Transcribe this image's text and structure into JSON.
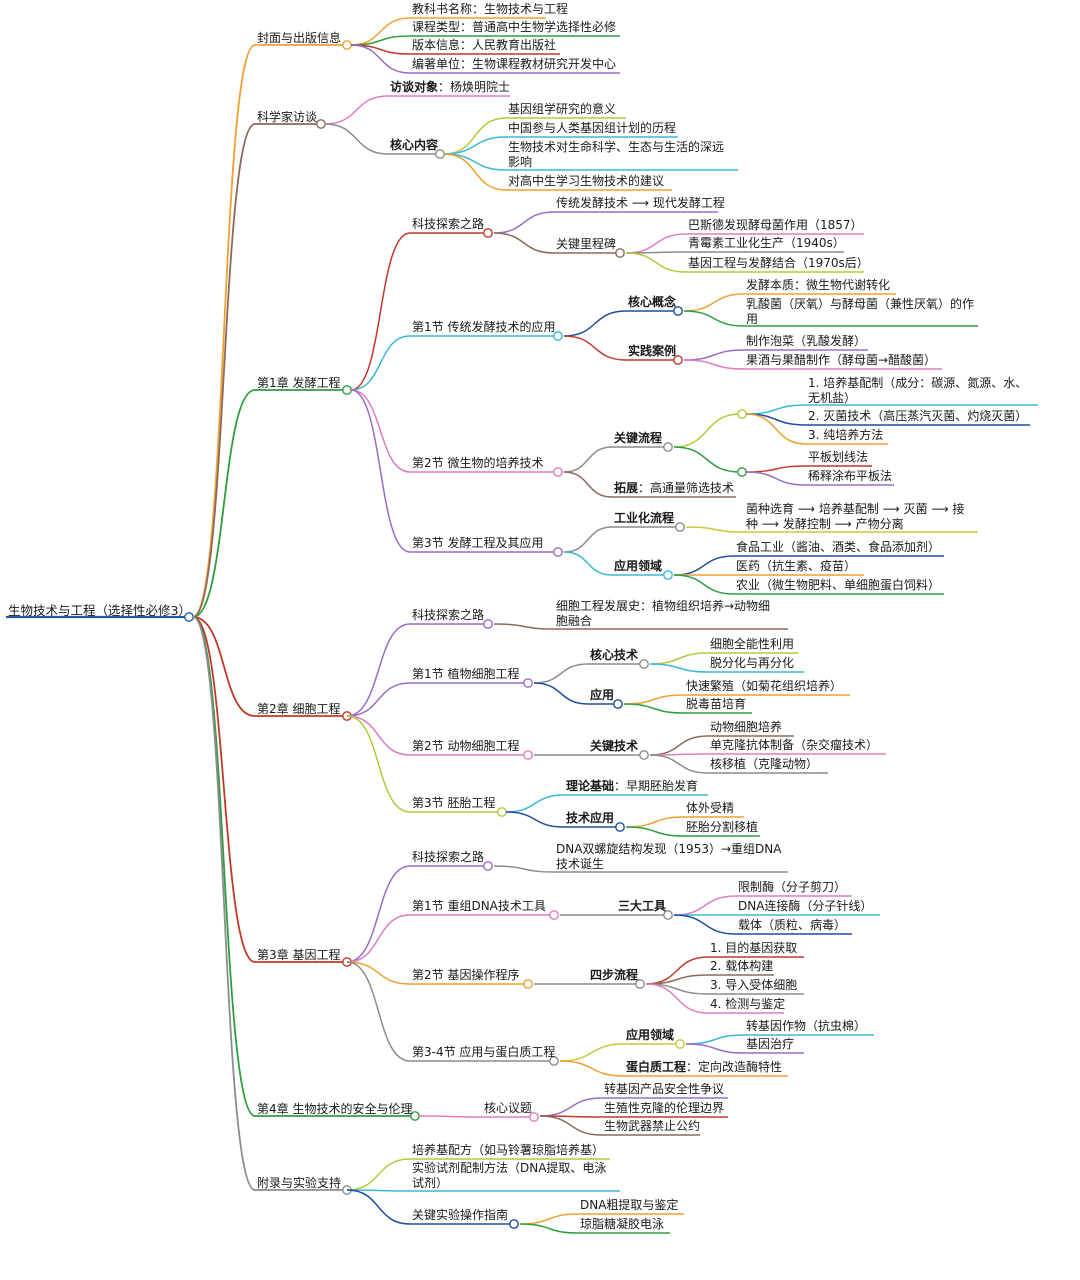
{
  "root": "生物技术与工程（选择性必修3）",
  "branches": {
    "cover": "封面与出版信息",
    "interview": "科学家访谈",
    "ch1": "第1章 发酵工程",
    "ch2": "第2章 细胞工程",
    "ch3": "第3章 基因工程",
    "ch4": "第4章 生物技术的安全与伦理",
    "appendix": "附录与实验支持"
  },
  "cover": {
    "book": "教科书名称：生物技术与工程",
    "type": "课程类型：普通高中生物学选择性必修",
    "edition": "版本信息：人民教育出版社",
    "editor": "编著单位：生物课程教材研究开发中心"
  },
  "interview": {
    "target_key": "访谈对象",
    "target_val": "：杨焕明院士",
    "core": "核心内容",
    "c1": "基因组学研究的意义",
    "c2": "中国参与人类基因组计划的历程",
    "c3": "生物技术对生命科学、生态与生活的深远影响",
    "c4": "对高中生学习生物技术的建议"
  },
  "ch1": {
    "explore": "科技探索之路",
    "explore_trad": "传统发酵技术 ⟶ 现代发酵工程",
    "milestones": "关键里程碑",
    "m1": "巴斯德发现酵母菌作用（1857）",
    "m2": "青霉素工业化生产（1940s）",
    "m3": "基因工程与发酵结合（1970s后）",
    "s1": "第1节 传统发酵技术的应用",
    "s1_core": "核心概念",
    "s1_core1": "发酵本质：微生物代谢转化",
    "s1_core2": "乳酸菌（厌氧）与酵母菌（兼性厌氧）的作用",
    "s1_case": "实践案例",
    "s1_case1": "制作泡菜（乳酸发酵）",
    "s1_case2": "果酒与果醋制作（酵母菌→醋酸菌）",
    "s2": "第2节 微生物的培养技术",
    "s2_flow": "关键流程",
    "s2_f1": "1. 培养基配制（成分：碳源、氮源、水、无机盐）",
    "s2_f2": "2. 灭菌技术（高压蒸汽灭菌、灼烧灭菌）",
    "s2_f3": "3. 纯培养方法",
    "s2_p1": "平板划线法",
    "s2_p2": "稀释涂布平板法",
    "s2_ext_key": "拓展",
    "s2_ext_val": "：高通量筛选技术",
    "s3": "第3节 发酵工程及其应用",
    "s3_flow": "工业化流程",
    "s3_flow_text": "菌种选育 ⟶ 培养基配制 ⟶ 灭菌 ⟶ 接种 ⟶ 发酵控制 ⟶ 产物分离",
    "s3_app": "应用领域",
    "s3_a1": "食品工业（酱油、酒类、食品添加剂）",
    "s3_a2": "医药（抗生素、疫苗）",
    "s3_a3": "农业（微生物肥料、单细胞蛋白饲料）"
  },
  "ch2": {
    "explore": "科技探索之路",
    "explore_text": "细胞工程发展史：植物组织培养→动物细胞融合",
    "s1": "第1节 植物细胞工程",
    "s1_tech": "核心技术",
    "s1_t1": "细胞全能性利用",
    "s1_t2": "脱分化与再分化",
    "s1_app": "应用",
    "s1_a1": "快速繁殖（如菊花组织培养）",
    "s1_a2": "脱毒苗培育",
    "s2": "第2节 动物细胞工程",
    "s2_tech": "关键技术",
    "s2_t1": "动物细胞培养",
    "s2_t2": "单克隆抗体制备（杂交瘤技术）",
    "s2_t3": "核移植（克隆动物）",
    "s3": "第3节 胚胎工程",
    "s3_theory_key": "理论基础",
    "s3_theory_val": "：早期胚胎发育",
    "s3_tech": "技术应用",
    "s3_t1": "体外受精",
    "s3_t2": "胚胎分割移植"
  },
  "ch3": {
    "explore": "科技探索之路",
    "explore_text": "DNA双螺旋结构发现（1953）→重组DNA技术诞生",
    "s1": "第1节 重组DNA技术工具",
    "s1_tools": "三大工具",
    "s1_t1": "限制酶（分子剪刀）",
    "s1_t2": "DNA连接酶（分子针线）",
    "s1_t3": "载体（质粒、病毒）",
    "s2": "第2节 基因操作程序",
    "s2_steps": "四步流程",
    "s2_s1": "1. 目的基因获取",
    "s2_s2": "2. 载体构建",
    "s2_s3": "3. 导入受体细胞",
    "s2_s4": "4. 检测与鉴定",
    "s34": "第3-4节 应用与蛋白质工程",
    "s34_app": "应用领域",
    "s34_a1": "转基因作物（抗虫棉）",
    "s34_a2": "基因治疗",
    "s34_pe_key": "蛋白质工程",
    "s34_pe_val": "：定向改造酶特性"
  },
  "ch4": {
    "issues": "核心议题",
    "i1": "转基因产品安全性争议",
    "i2": "生殖性克隆的伦理边界",
    "i3": "生物武器禁止公约"
  },
  "appendix": {
    "a1": "培养基配方（如马铃薯琼脂培养基）",
    "a2": "实验试剂配制方法（DNA提取、电泳试剂）",
    "guide": "关键实验操作指南",
    "g1": "DNA粗提取与鉴定",
    "g2": "琼脂糖凝胶电泳"
  },
  "colors": {
    "root": "#1f5f9e",
    "cover": "#f0a030",
    "interview": "#8c6a5a",
    "ch1": "#2e9e3e",
    "ch2": "#c0392b",
    "ch3": "#c0392b",
    "ch4": "#2e9e3e",
    "appendix": "#909090"
  }
}
